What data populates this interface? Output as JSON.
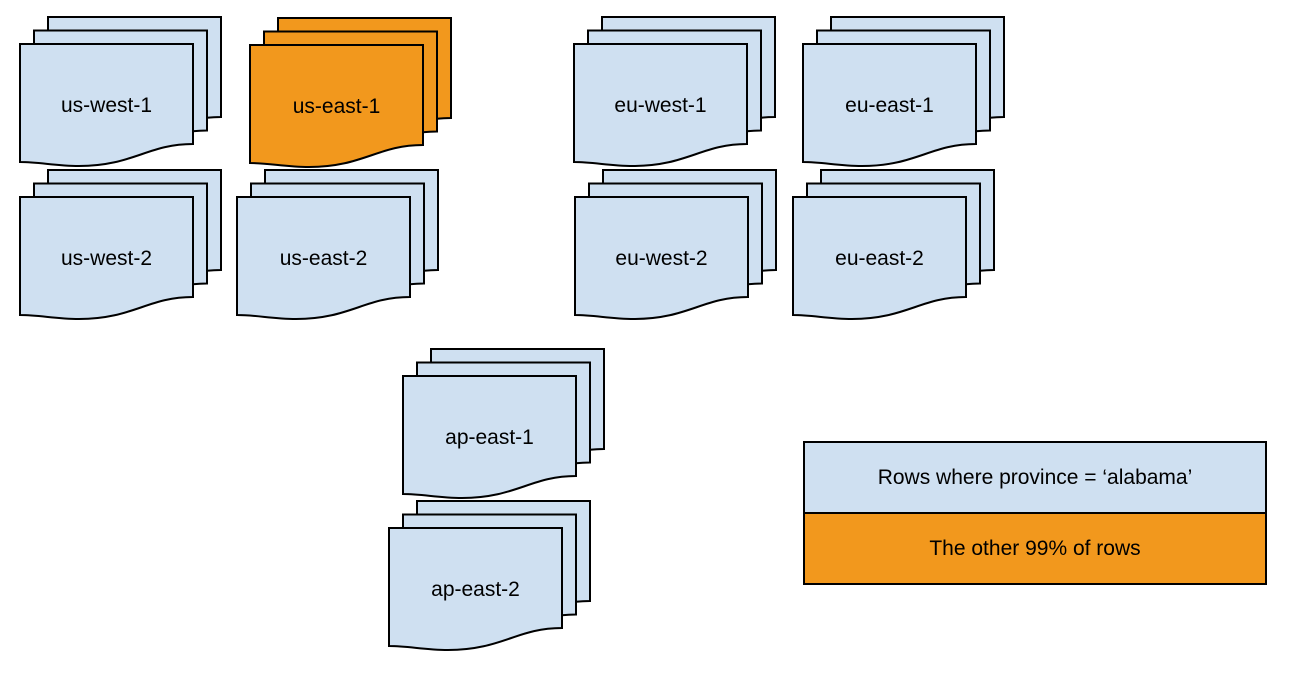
{
  "colors": {
    "background": "#ffffff",
    "region_fill": "#cfe0f1",
    "highlight_fill": "#f2981d",
    "stroke": "#000000",
    "text": "#000000"
  },
  "stacks": [
    {
      "label": "us-west-1",
      "highlighted": false
    },
    {
      "label": "us-east-1",
      "highlighted": true
    },
    {
      "label": "eu-west-1",
      "highlighted": false
    },
    {
      "label": "eu-east-1",
      "highlighted": false
    },
    {
      "label": "us-west-2",
      "highlighted": false
    },
    {
      "label": "us-east-2",
      "highlighted": false
    },
    {
      "label": "eu-west-2",
      "highlighted": false
    },
    {
      "label": "eu-east-2",
      "highlighted": false
    },
    {
      "label": "ap-east-1",
      "highlighted": false
    },
    {
      "label": "ap-east-2",
      "highlighted": false
    }
  ],
  "legend": {
    "items": [
      {
        "label": "Rows where province = ‘alabama’",
        "swatch": "region_fill"
      },
      {
        "label": "The other 99% of rows",
        "swatch": "highlight_fill"
      }
    ]
  }
}
